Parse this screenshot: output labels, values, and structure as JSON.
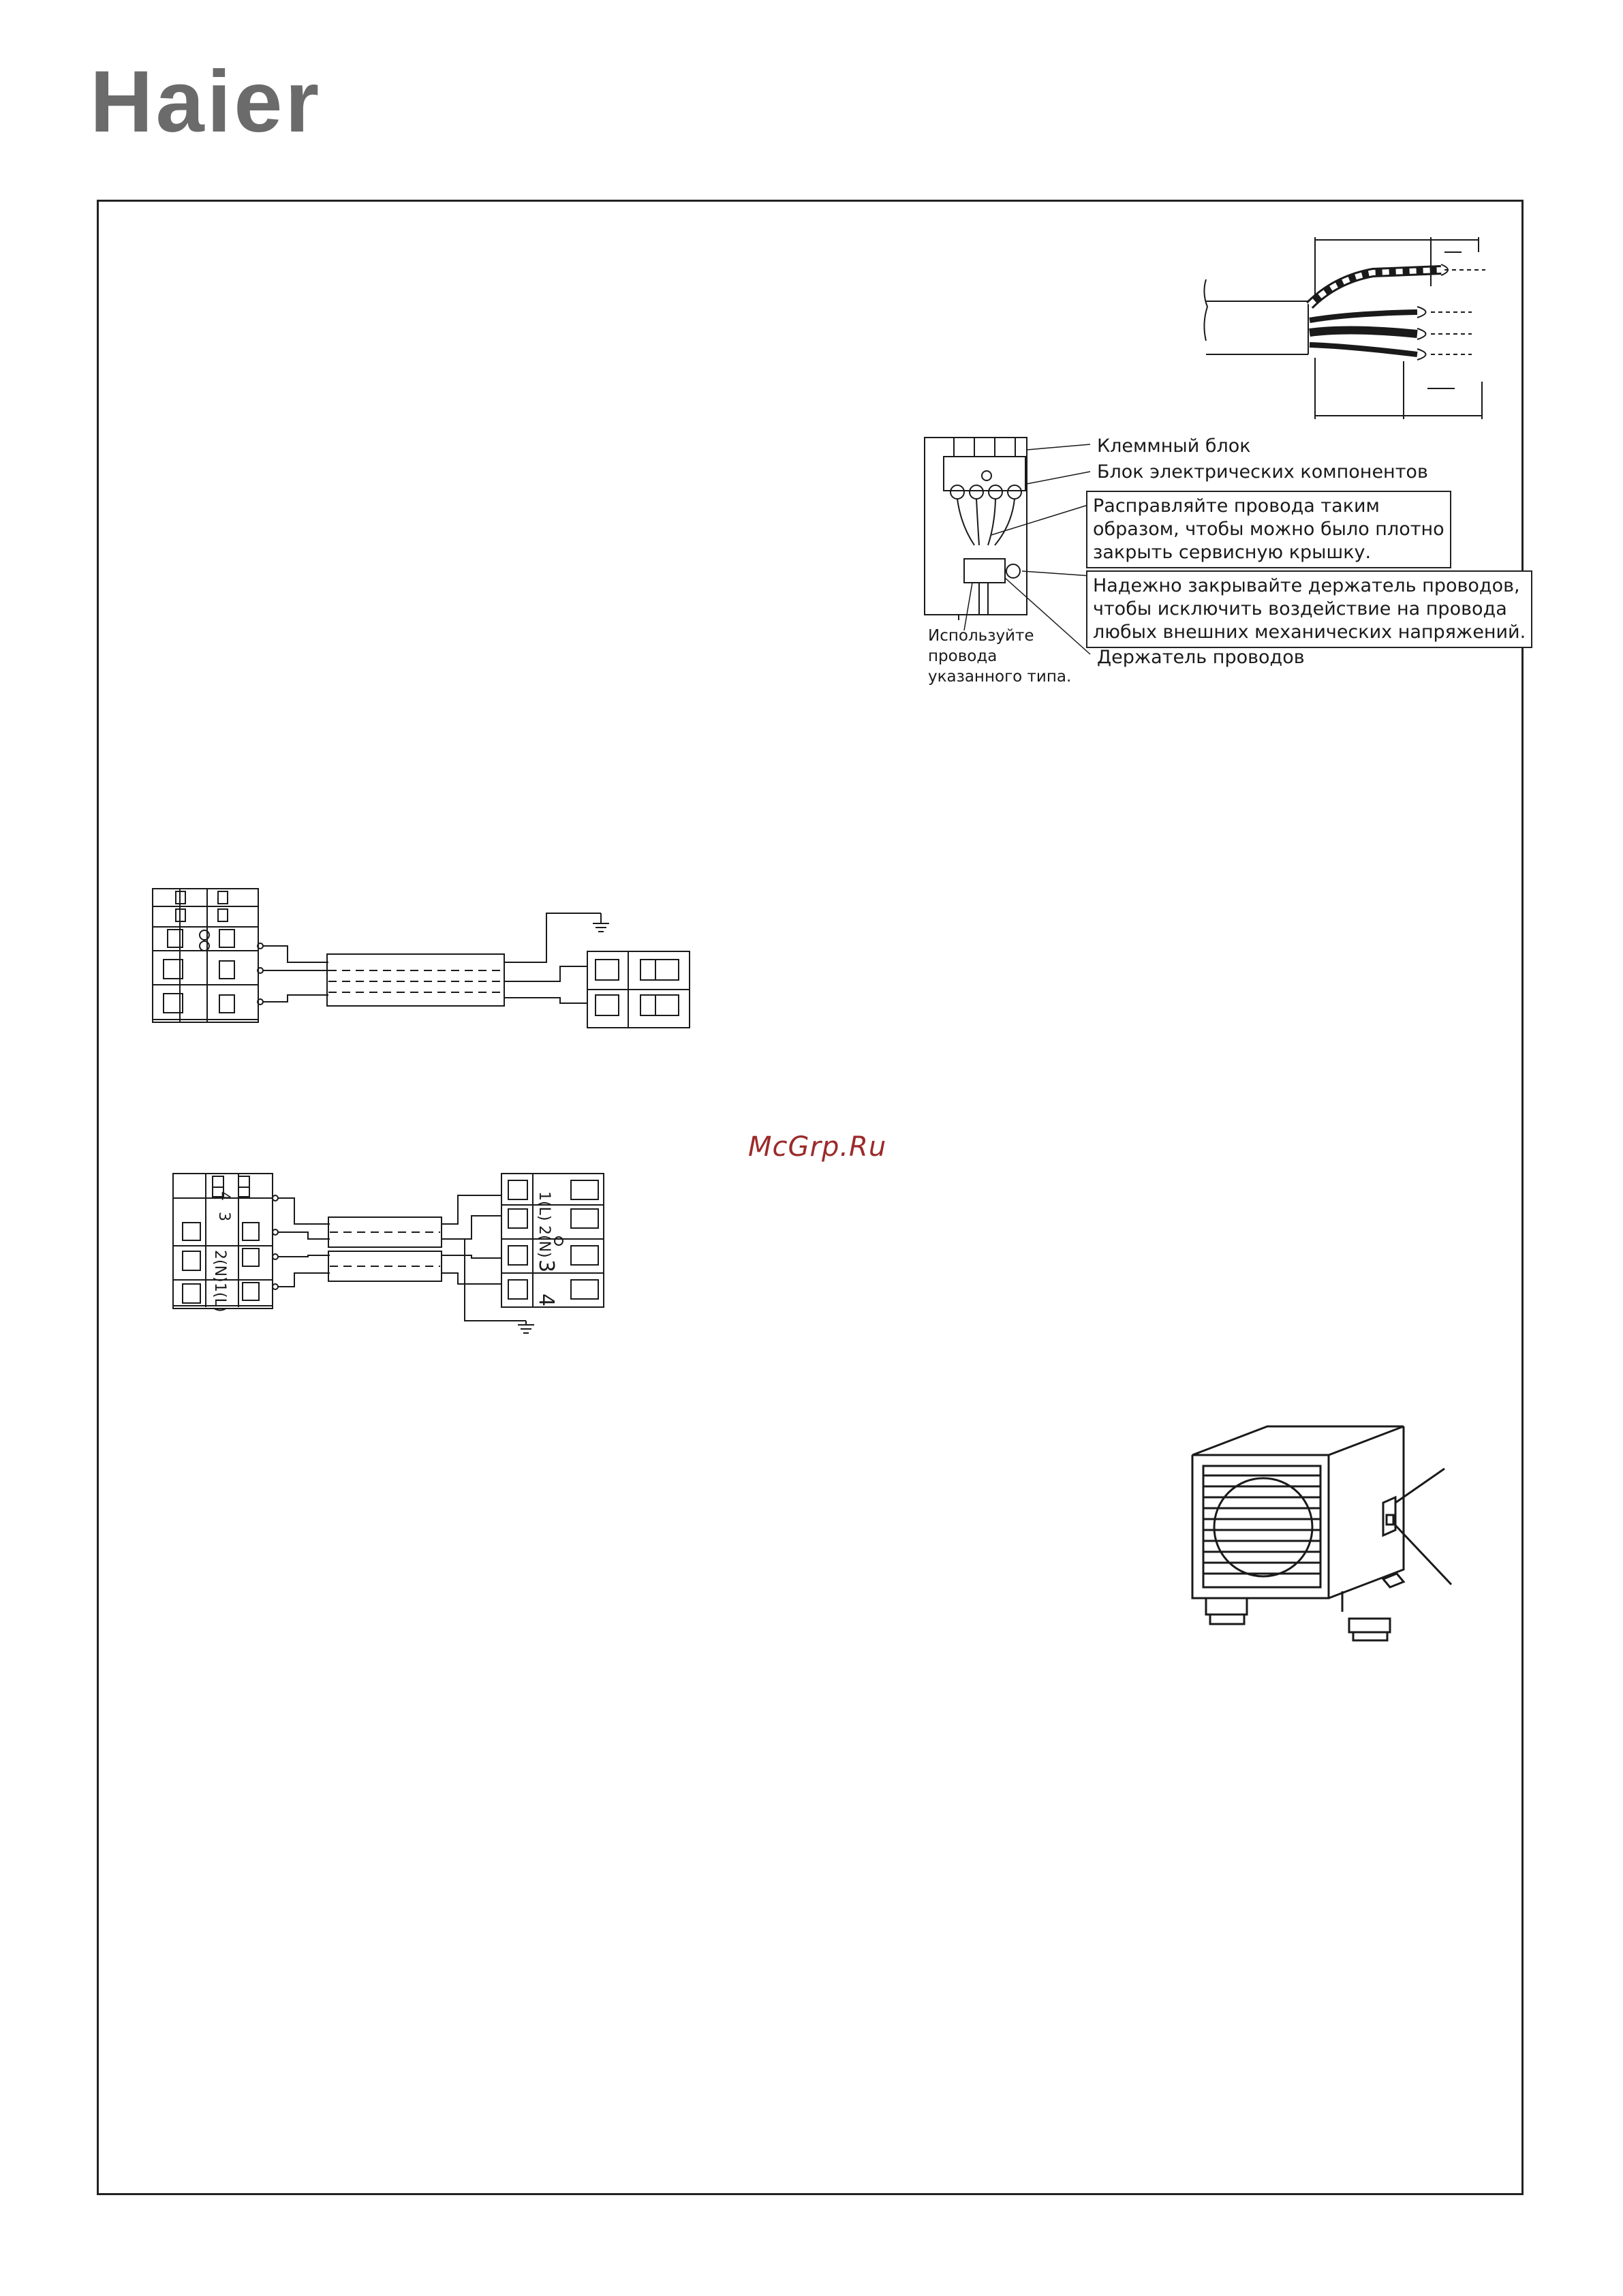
{
  "brand": {
    "logo": "Haier"
  },
  "wiring_panel": {
    "terminal_block": "Клеммный блок",
    "component_block": "Блок электрических компонентов",
    "arrange_note": [
      "Расправляйте провода таким",
      "образом, чтобы можно было плотно",
      "закрыть сервисную крышку."
    ],
    "holder_note": [
      "Надежно закрывайте держатель проводов,",
      "чтобы исключить воздействие на провода",
      "любых внешних механических напряжений."
    ],
    "wire_holder": "Держатель проводов",
    "use_wires": [
      "Используйте",
      "провода",
      "указанного  типа."
    ]
  },
  "diagram2": {
    "terminals": [
      "1(L)",
      "2(N)",
      "3",
      "4"
    ]
  },
  "watermark": "McGrp.Ru",
  "colors": {
    "logo": "#6b6b6b",
    "line": "#1a1a1a",
    "watermark": "#9c2a2a"
  }
}
